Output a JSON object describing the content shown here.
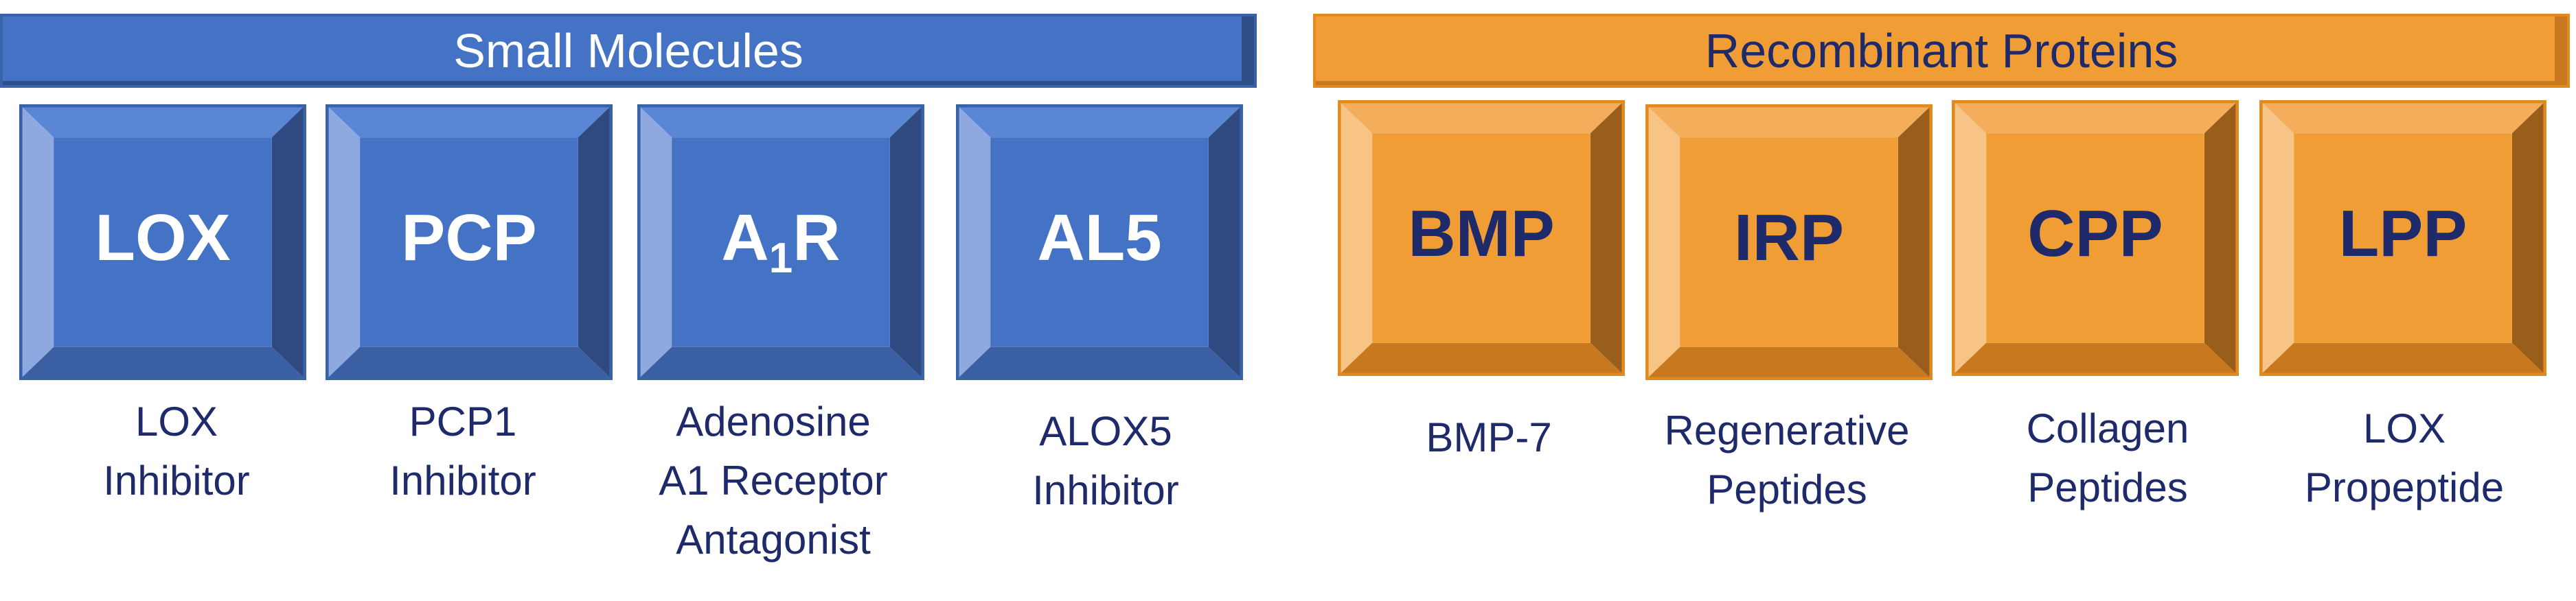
{
  "groups": [
    {
      "title": "Small Molecules",
      "items": [
        {
          "code": "LOX",
          "sub": "",
          "tail": "",
          "caption": [
            "LOX",
            "Inhibitor"
          ]
        },
        {
          "code": "PCP",
          "sub": "",
          "tail": "",
          "caption": [
            "PCP1",
            "Inhibitor"
          ]
        },
        {
          "code": "A",
          "sub": "1",
          "tail": "R",
          "caption": [
            "Adenosine",
            "A1 Receptor",
            "Antagonist"
          ]
        },
        {
          "code": "AL5",
          "sub": "",
          "tail": "",
          "caption": [
            "ALOX5",
            "Inhibitor"
          ]
        }
      ]
    },
    {
      "title": "Recombinant Proteins",
      "items": [
        {
          "code": "BMP",
          "sub": "",
          "tail": "",
          "caption": [
            "BMP-7"
          ]
        },
        {
          "code": "IRP",
          "sub": "",
          "tail": "",
          "caption": [
            "Regenerative",
            "Peptides"
          ]
        },
        {
          "code": "CPP",
          "sub": "",
          "tail": "",
          "caption": [
            "Collagen",
            "Peptides"
          ]
        },
        {
          "code": "LPP",
          "sub": "",
          "tail": "",
          "caption": [
            "LOX",
            "Propeptide"
          ]
        }
      ]
    }
  ],
  "colors": {
    "blue": "#4472c4",
    "orange": "#f09d35",
    "navy_text": "#1f2a6b"
  }
}
